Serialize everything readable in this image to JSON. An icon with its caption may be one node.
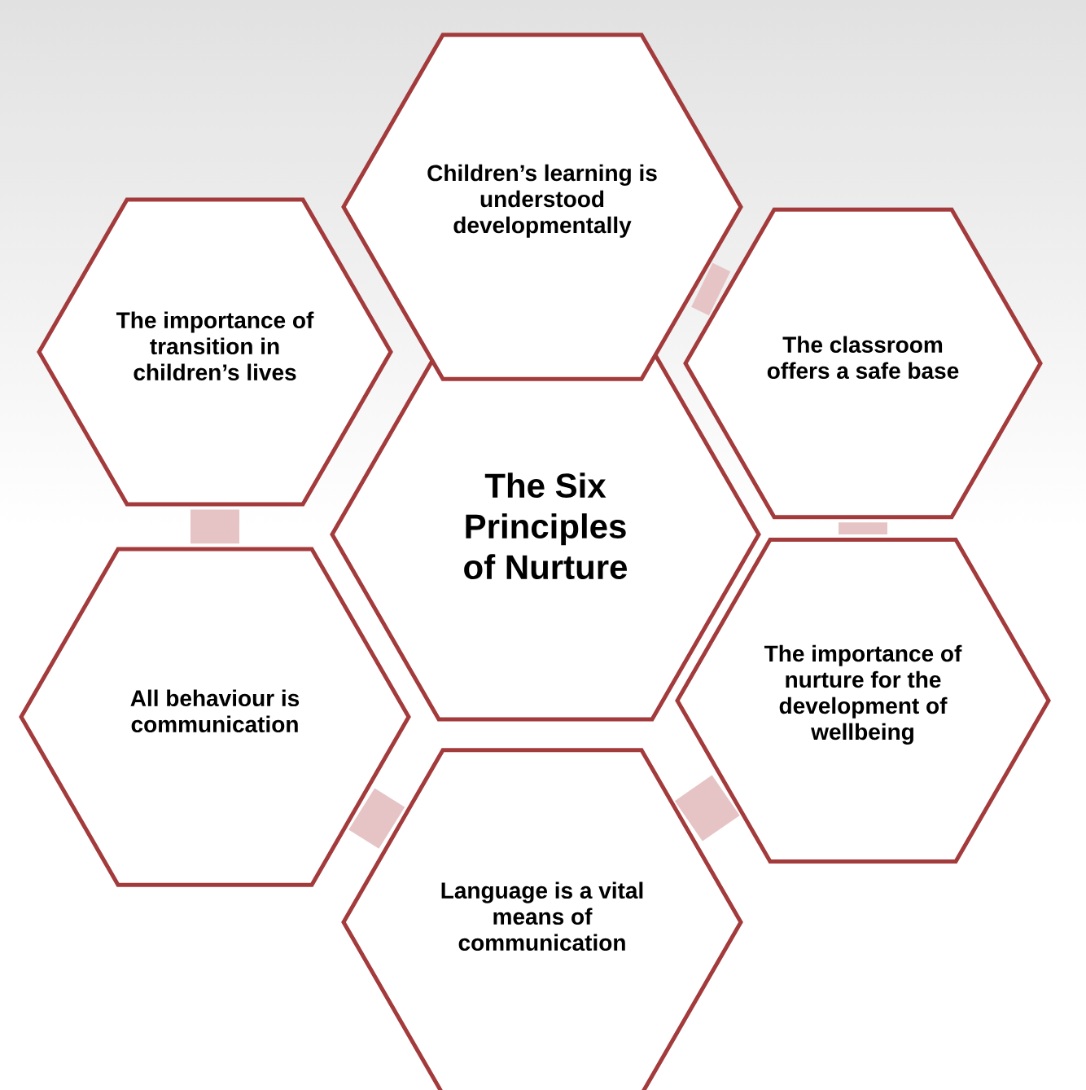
{
  "diagram": {
    "nodes": [
      {
        "text": [
          "The Six Principles of Nurture"
        ]
      },
      {
        "text": [
          "Children’s learning is understood developmentally"
        ]
      },
      {
        "text": [
          "The classroom offers a safe base"
        ]
      },
      {
        "text": [
          "The importance of nurture for the development of wellbeing"
        ]
      },
      {
        "text": [
          "Language is a vital means of communication"
        ]
      },
      {
        "text": [
          "All behaviour is communication"
        ]
      },
      {
        "text": [
          "The importance of transition in children’s lives"
        ]
      }
    ],
    "edges": [
      {
        "from": 1,
        "to": 2,
        "arrow": "none"
      },
      {
        "from": 2,
        "to": 3,
        "arrow": "none"
      },
      {
        "from": 3,
        "to": 4,
        "arrow": "none"
      },
      {
        "from": 4,
        "to": 5,
        "arrow": "none"
      },
      {
        "from": 5,
        "to": 6,
        "arrow": "none"
      }
    ]
  }
}
